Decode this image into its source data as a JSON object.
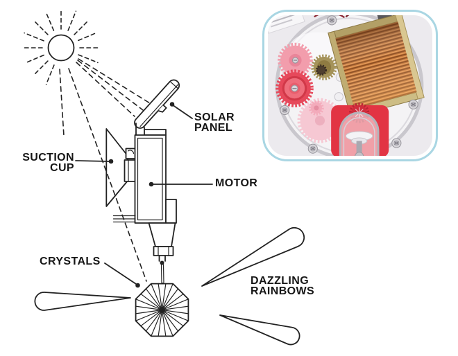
{
  "colors": {
    "line": "#222222",
    "inset_border": "#a9d6e3",
    "photo_bg": "#eceaee",
    "case_white": "#f4f3f5",
    "gear_pink": "#f29dac",
    "gear_red": "#e6495b",
    "gear_pale_pink": "#f6c8d3",
    "gear_brass": "#a5935a",
    "coil_copper": "#c0763a",
    "coil_dark": "#8a4a1e",
    "coil_light": "#eda05c",
    "flange_brass": "#b3a066",
    "motor_red": "#e23443",
    "metal_silver": "#d8d6da"
  },
  "labels": {
    "solar_panel_1": "SOLAR",
    "solar_panel_2": "PANEL",
    "suction_cup_1": "SUCTION",
    "suction_cup_2": "CUP",
    "motor": "MOTOR",
    "crystals": "CRYSTALS",
    "rainbows_1": "DAZZLING",
    "rainbows_2": "RAINBOWS"
  }
}
